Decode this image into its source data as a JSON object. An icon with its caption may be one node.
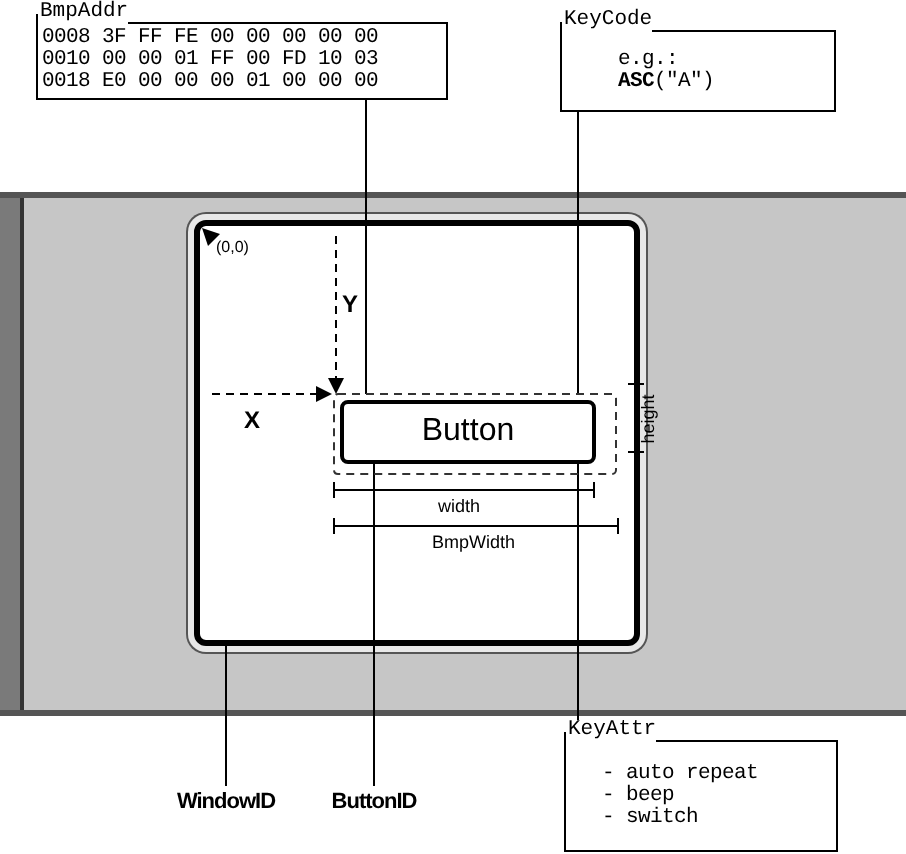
{
  "diagram": {
    "nodes": [
      {
        "text": [
          "BmpAddr",
          "0008 3F FF FE 00 00 00 00 00",
          "0010 00 00 01 FF 00 FD 10 03",
          "0018 E0 00 00 00 01 00 00 00"
        ]
      },
      {
        "text": [
          "KeyCode",
          "e.g.:",
          "**ASC**(\"A\")"
        ]
      },
      {
        "text": [],
        "shape": "box"
      },
      {
        "text": [
          "Button"
        ],
        "in": 2
      },
      {
        "text": [
          "WindowID"
        ]
      },
      {
        "text": [
          "ButtonID"
        ]
      },
      {
        "text": [
          "KeyAttr",
          "- auto repeat",
          "- beep",
          "- switch"
        ]
      }
    ],
    "edges": [
      {
        "from": 0,
        "to": 3,
        "arrow": "none"
      },
      {
        "from": 1,
        "to": 3,
        "arrow": "none"
      },
      {
        "from": 4,
        "to": 2,
        "arrow": "none"
      },
      {
        "from": 5,
        "to": 3,
        "arrow": "none"
      },
      {
        "from": 6,
        "to": 3,
        "arrow": "none"
      }
    ],
    "labels": [
      "(0,0)",
      "Y",
      "X",
      "height",
      "width",
      "BmpWidth"
    ]
  }
}
